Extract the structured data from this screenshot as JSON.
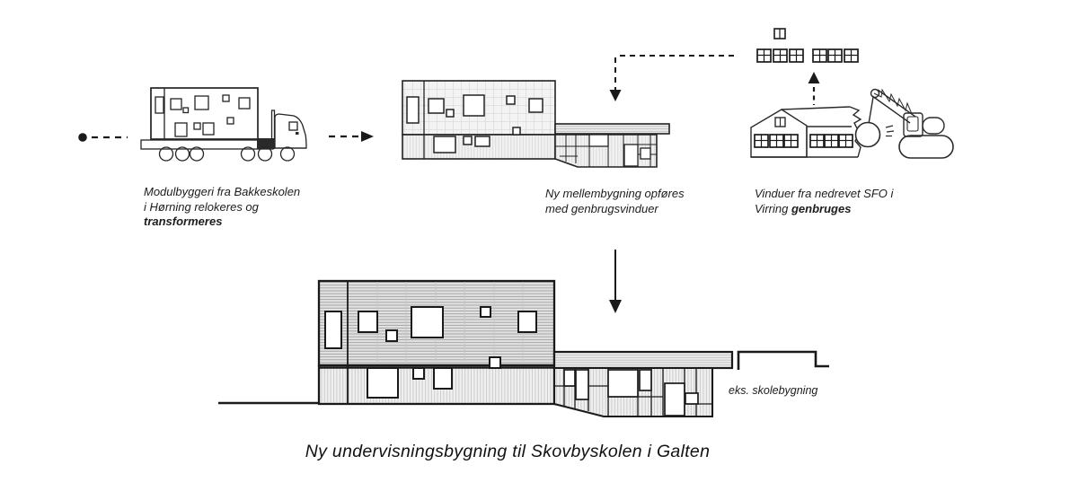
{
  "title": "Ny undervisningsbygning til Skovbyskolen i Galten",
  "captions": {
    "transport": {
      "line1": "Modulbyggeri fra Bakkeskolen",
      "line2": "i Hørning relokeres og",
      "line3_bold": "transformeres"
    },
    "link_building": {
      "line1": "Ny mellembygning opføres",
      "line2": "med genbrugsvinduer"
    },
    "window_reuse": {
      "line1": "Vinduer fra nedrevet SFO i",
      "line2_normal": "Virring",
      "line2_bold": "genbruges"
    }
  },
  "labels": {
    "existing_building": "eks. skolebygning"
  },
  "icons": {
    "truck": "truck-with-module-icon",
    "crane": "demolition-crane-icon",
    "house": "demolished-house-icon",
    "windows": "salvaged-windows-icon"
  },
  "colors": {
    "ink": "#1a1a1a",
    "hatch_dark": "#9e9e9e",
    "hatch_light": "#cfcfcf",
    "fill_light": "#ededed",
    "background": "#ffffff"
  }
}
